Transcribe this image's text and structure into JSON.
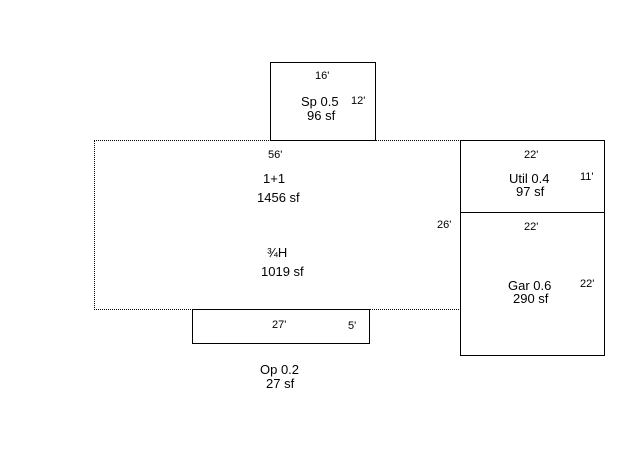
{
  "sketch": {
    "rooms": [
      {
        "id": "sp",
        "name": "Sp 0.5",
        "area": "96 sf",
        "dims": [
          "16'",
          "12'"
        ]
      },
      {
        "id": "main",
        "name": "1+1",
        "area": "1456 sf",
        "dims": [
          "56'",
          "26'"
        ]
      },
      {
        "id": "half",
        "name": "¾H",
        "area": "1019 sf"
      },
      {
        "id": "util",
        "name": "Util 0.4",
        "area": "97 sf",
        "dims": [
          "22'",
          "11'"
        ]
      },
      {
        "id": "gar",
        "name": "Gar 0.6",
        "area": "290 sf",
        "dims": [
          "22'",
          "22'"
        ]
      },
      {
        "id": "op",
        "name": "Op 0.2",
        "area": "27 sf",
        "dims": [
          "27'",
          "5'"
        ]
      }
    ]
  }
}
